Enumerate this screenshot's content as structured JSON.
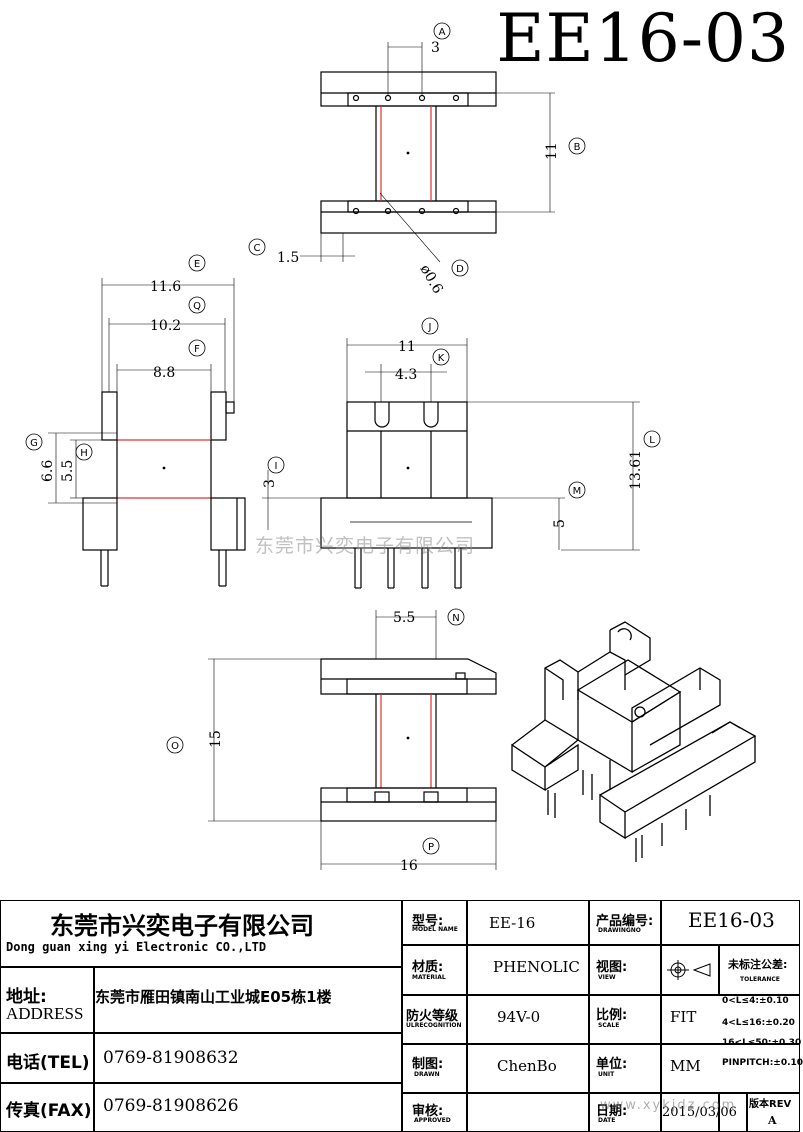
{
  "title": "EE16-03",
  "watermark": "东莞市兴奕电子有限公司",
  "site_watermark": "www.xykjdz.com",
  "callouts": {
    "A": "A",
    "B": "B",
    "C": "C",
    "D": "D",
    "E": "E",
    "Q": "Q",
    "F": "F",
    "G": "G",
    "H": "H",
    "I": "I",
    "J": "J",
    "K": "K",
    "L": "L",
    "M": "M",
    "N": "N",
    "O": "O",
    "P": "P"
  },
  "dims": {
    "a": "3",
    "b": "11",
    "c": "1.5",
    "d": "ø0.6",
    "e": "11.6",
    "q": "10.2",
    "f": "8.8",
    "g": "6.6",
    "h": "5.5",
    "i": "3",
    "j": "11",
    "k": "4.3",
    "l": "13.61",
    "m": "5",
    "n": "5.5",
    "o": "15",
    "p": "16"
  },
  "company": {
    "name_cn": "东莞市兴奕电子有限公司",
    "name_en": "Dong guan xing yi Electronic CO.,LTD",
    "address_label_cn": "地址:",
    "address_label_en": "ADDRESS",
    "address": "东莞市雁田镇南山工业城E05栋1楼",
    "tel_label": "电话(TEL)",
    "tel": "0769-81908632",
    "fax_label": "传真(FAX)",
    "fax": "0769-81908626"
  },
  "fields": {
    "model_cn": "型号:",
    "model_en": "MODEL NAME",
    "model": "EE-16",
    "drawingno_cn": "产品编号:",
    "drawingno_en": "DRAWINGNO",
    "drawingno": "EE16-03",
    "material_cn": "材质:",
    "material_en": "MATERIAL",
    "material": "PHENOLIC",
    "view_cn": "视图:",
    "view_en": "VIEW",
    "tol_cn": "未标注公差:",
    "tol_en": "TOLERANCE",
    "tol_1": "0<L≤4:±0.10",
    "tol_2": "4<L≤16:±0.20",
    "tol_3": "16<L≤50:±0.30",
    "tol_4": "PINPITCH:±0.10",
    "flame_cn": "防火等级",
    "flame_en": "ULRECOGNITION",
    "flame": "94V-0",
    "scale_cn": "比例:",
    "scale_en": "SCALE",
    "scale": "FIT",
    "drawn_cn": "制图:",
    "drawn_en": "DRAWN",
    "drawn": "ChenBo",
    "unit_cn": "单位:",
    "unit_en": "UNIT",
    "unit": "MM",
    "approved_cn": "审核:",
    "approved_en": "APPROVED",
    "date_cn": "日期:",
    "date_en": "DATE",
    "date": "2015/03/06",
    "rev_label": "版本REV",
    "rev": "A"
  }
}
